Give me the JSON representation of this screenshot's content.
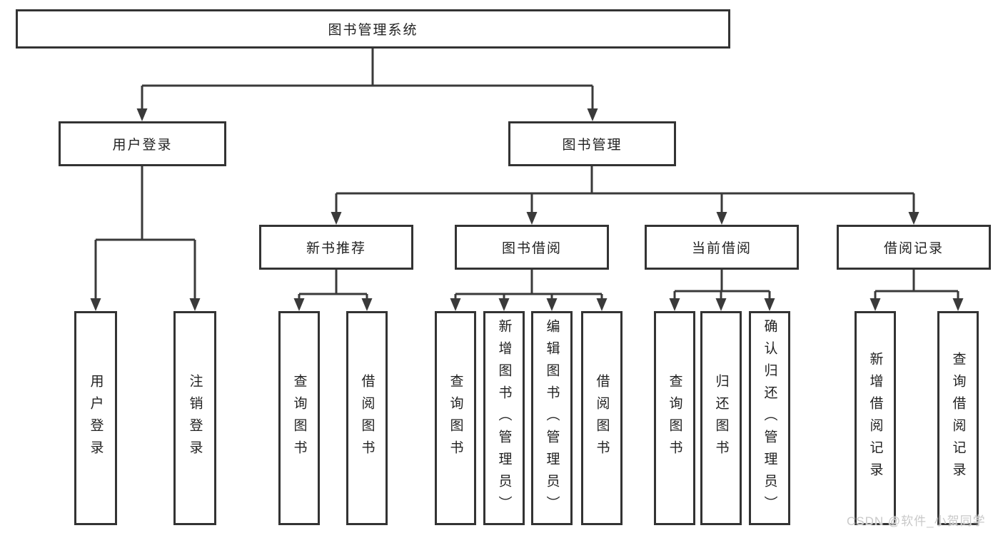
{
  "tree": {
    "label": "图书管理系统",
    "children": [
      {
        "label": "用户登录",
        "children": [
          {
            "label": "用户登录"
          },
          {
            "label": "注销登录"
          }
        ]
      },
      {
        "label": "图书管理",
        "children": [
          {
            "label": "新书推荐",
            "children": [
              {
                "label": "查询图书"
              },
              {
                "label": "借阅图书"
              }
            ]
          },
          {
            "label": "图书借阅",
            "children": [
              {
                "label": "查询图书"
              },
              {
                "label": "新增图书（管理员）"
              },
              {
                "label": "编辑图书（管理员）"
              },
              {
                "label": "借阅图书"
              }
            ]
          },
          {
            "label": "当前借阅",
            "children": [
              {
                "label": "查询图书"
              },
              {
                "label": "归还图书"
              },
              {
                "label": "确认归还（管理员）"
              }
            ]
          },
          {
            "label": "借阅记录",
            "children": [
              {
                "label": "新增借阅记录"
              },
              {
                "label": "查询借阅记录"
              }
            ]
          }
        ]
      }
    ]
  },
  "watermark": "CSDN @软件_小贺同学",
  "colors": {
    "background": "#ffffff",
    "box_border": "#333333",
    "line": "#3a3a3a",
    "text": "#222222",
    "watermark": "#c9c9c9"
  }
}
